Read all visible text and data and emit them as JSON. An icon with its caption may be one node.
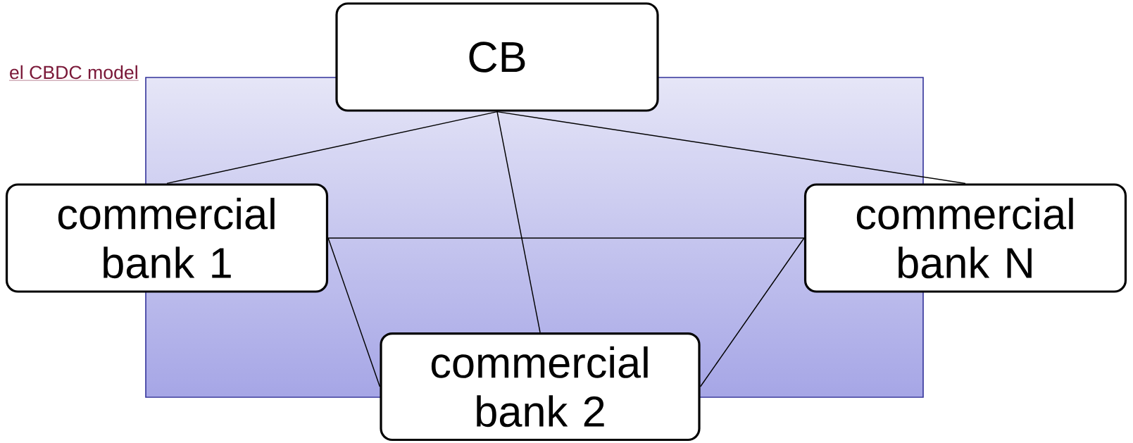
{
  "diagram": {
    "nodes": [
      {
        "text": [
          "CB"
        ]
      },
      {
        "text": [
          "commercial bank 1"
        ]
      },
      {
        "text": [
          "commercial bank N"
        ]
      },
      {
        "text": [
          "commercial bank 2"
        ]
      }
    ],
    "edges": [
      {
        "from": 0,
        "to": 1,
        "arrow": "none"
      },
      {
        "from": 0,
        "to": 3,
        "arrow": "none"
      },
      {
        "from": 0,
        "to": 2,
        "arrow": "none"
      },
      {
        "from": 1,
        "to": 2,
        "arrow": "none"
      },
      {
        "from": 1,
        "to": 3,
        "arrow": "none"
      },
      {
        "from": 2,
        "to": 3,
        "arrow": "none"
      }
    ],
    "labels": [
      "el CBDC model"
    ]
  }
}
